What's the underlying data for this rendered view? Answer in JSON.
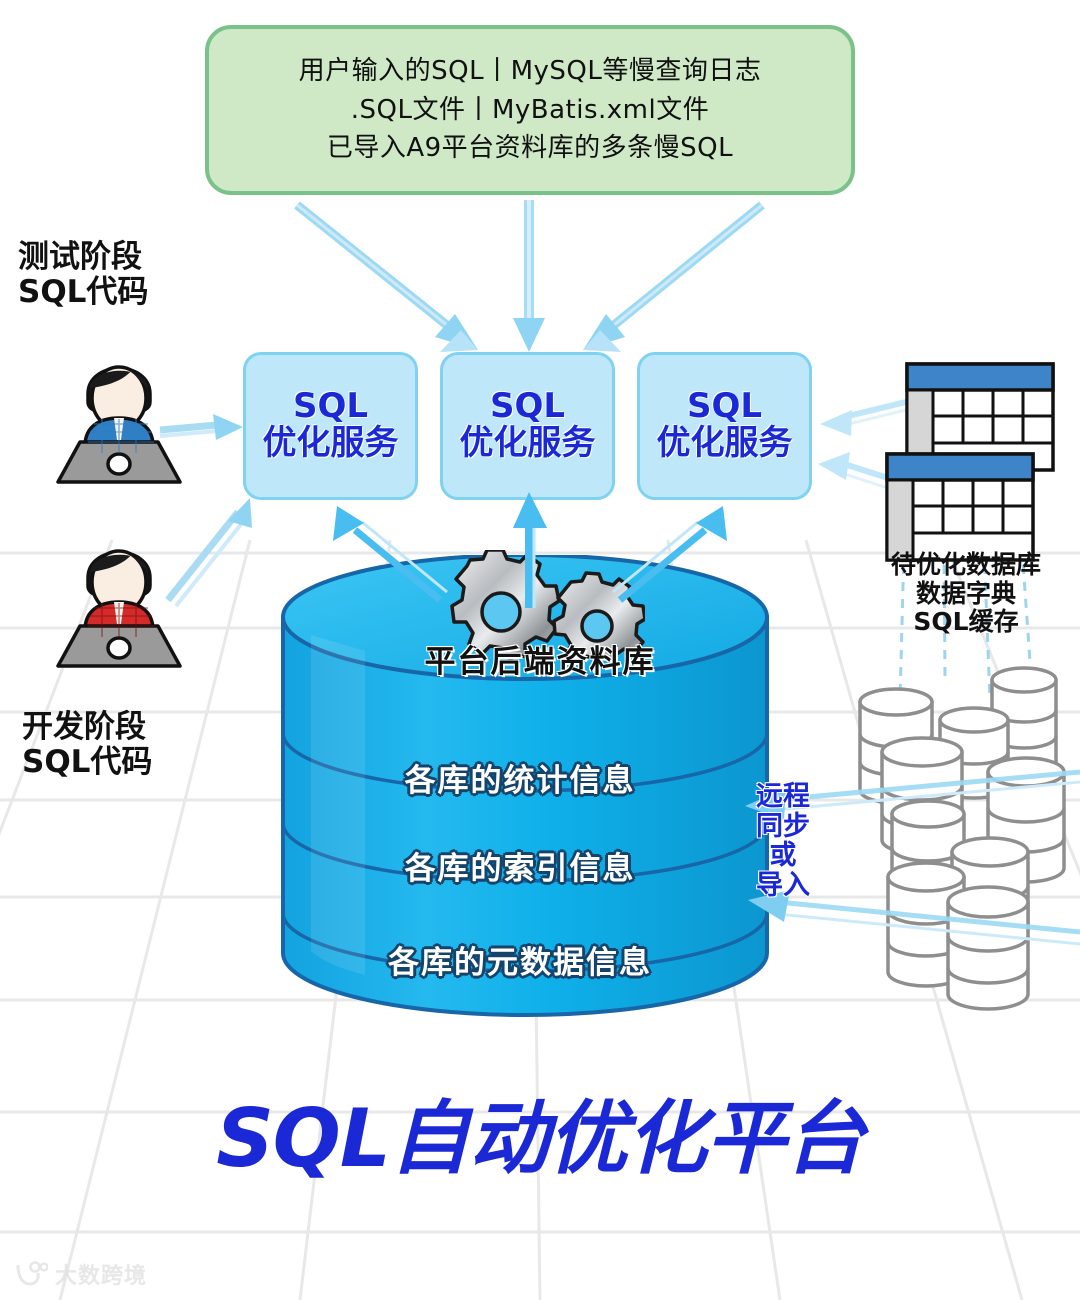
{
  "diagram": {
    "title": "SQL自动优化平台",
    "watermark": "大数跨境",
    "source_box": {
      "lines": [
        "用户输入的SQL丨MySQL等慢查询日志",
        ".SQL文件丨MyBatis.xml文件",
        "已导入A9平台资料库的多条慢SQL"
      ],
      "fill": "#cfe8c6",
      "border": "#79c28a"
    },
    "services": [
      {
        "line1": "SQL",
        "line2": "优化服务"
      },
      {
        "line1": "SQL",
        "line2": "优化服务"
      },
      {
        "line1": "SQL",
        "line2": "优化服务"
      }
    ],
    "service_style": {
      "fill": "#bee8f9",
      "border": "#7fd2f2",
      "text": "#1b28d6"
    },
    "actors": [
      {
        "name": "test-stage",
        "line1": "测试阶段",
        "line2": "SQL代码",
        "shirt": "#2f7fc4"
      },
      {
        "name": "dev-stage",
        "line1": "开发阶段",
        "line2": "SQL代码",
        "shirt": "#d42a2a"
      }
    ],
    "platform_db": {
      "title": "平台后端资料库",
      "layers": [
        "各库的统计信息",
        "各库的索引信息",
        "各库的元数据信息"
      ],
      "fill": "#11aee8",
      "edge": "#1766a8"
    },
    "tables_label": {
      "lines": [
        "待优化数据库",
        "数据字典",
        "SQL缓存"
      ],
      "header_fill": "#3d85c8"
    },
    "sync_label": {
      "lines": [
        "远程",
        "同步",
        "或",
        "导入"
      ],
      "color": "#1b28d6"
    },
    "arrow_color": "#5ec4f0",
    "grid_color": "#e6e6e6"
  }
}
